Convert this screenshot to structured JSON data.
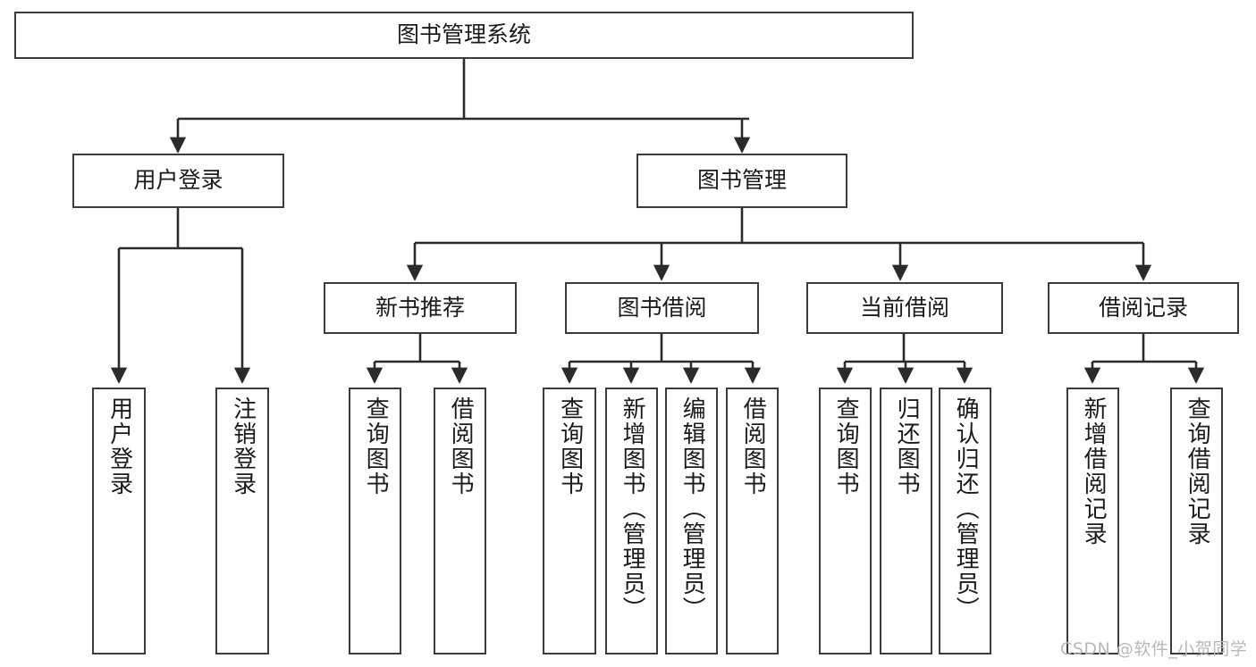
{
  "diagram": {
    "title": "图书管理系统",
    "type": "function-hierarchy-tree",
    "levels": 4,
    "nodes": {
      "root": {
        "label": "图书管理系统"
      },
      "level2": [
        {
          "id": "user-login",
          "label": "用户登录"
        },
        {
          "id": "book-management",
          "label": "图书管理"
        }
      ],
      "level3": [
        {
          "id": "new-book-recommend",
          "label": "新书推荐"
        },
        {
          "id": "book-borrow",
          "label": "图书借阅"
        },
        {
          "id": "current-borrow",
          "label": "当前借阅"
        },
        {
          "id": "borrow-record",
          "label": "借阅记录"
        }
      ],
      "leaves": {
        "user_login": [
          {
            "id": "leaf-user-login",
            "label": "用户登录"
          },
          {
            "id": "leaf-logout-login",
            "label": "注销登录"
          }
        ],
        "new_book_recommend": [
          {
            "id": "leaf-query-book-1",
            "label": "查询图书"
          },
          {
            "id": "leaf-borrow-book-1",
            "label": "借阅图书"
          }
        ],
        "book_borrow": [
          {
            "id": "leaf-query-book-2",
            "label": "查询图书"
          },
          {
            "id": "leaf-add-book",
            "label": "新增图书（管理员）"
          },
          {
            "id": "leaf-edit-book",
            "label": "编辑图书（管理员）"
          },
          {
            "id": "leaf-borrow-book-2",
            "label": "借阅图书"
          }
        ],
        "current_borrow": [
          {
            "id": "leaf-query-book-3",
            "label": "查询图书"
          },
          {
            "id": "leaf-return-book",
            "label": "归还图书"
          },
          {
            "id": "leaf-confirm-return",
            "label": "确认归还（管理员）"
          }
        ],
        "borrow_record": [
          {
            "id": "leaf-add-borrow-record",
            "label": "新增借阅记录"
          },
          {
            "id": "leaf-query-borrow-record",
            "label": "查询借阅记录"
          }
        ]
      }
    },
    "colors": {
      "node_border": "#3c3c3c",
      "node_fill": "#ffffff",
      "edge": "#2b2b2b",
      "text": "#1b1b1b",
      "watermark": "#b9b9b9",
      "background": "#ffffff"
    }
  },
  "watermark": {
    "text": "CSDN @软件_小贺同学"
  }
}
